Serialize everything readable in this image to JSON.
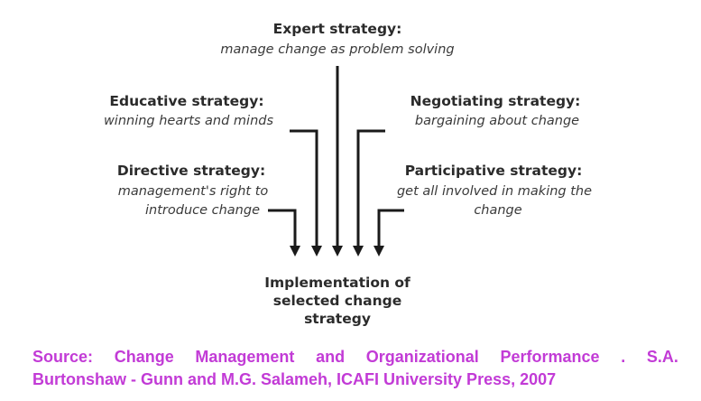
{
  "strategies": {
    "expert": {
      "title": "Expert strategy:",
      "desc": [
        "manage change as problem solving"
      ]
    },
    "educative": {
      "title": "Educative strategy:",
      "desc": [
        "winning hearts and minds"
      ]
    },
    "negotiating": {
      "title": "Negotiating strategy:",
      "desc": [
        "bargaining about change"
      ]
    },
    "directive": {
      "title": "Directive strategy:",
      "desc": [
        "management's right to",
        "introduce change"
      ]
    },
    "participative": {
      "title": "Participative strategy:",
      "desc": [
        "get all involved in making the",
        "change"
      ]
    }
  },
  "implementation": {
    "lines": [
      "Implementation of",
      "selected change",
      "strategy"
    ]
  },
  "source": {
    "line1_words": [
      "Source:",
      "Change",
      "Management",
      "and",
      "Organizational",
      "Performance",
      ".",
      "S.A."
    ],
    "line2": "Burtonshaw - Gunn and M.G. Salameh, ICAFI University Press, 2007"
  },
  "colors": {
    "source_text": "#c23bd6",
    "lines": "#1a1a1a"
  }
}
